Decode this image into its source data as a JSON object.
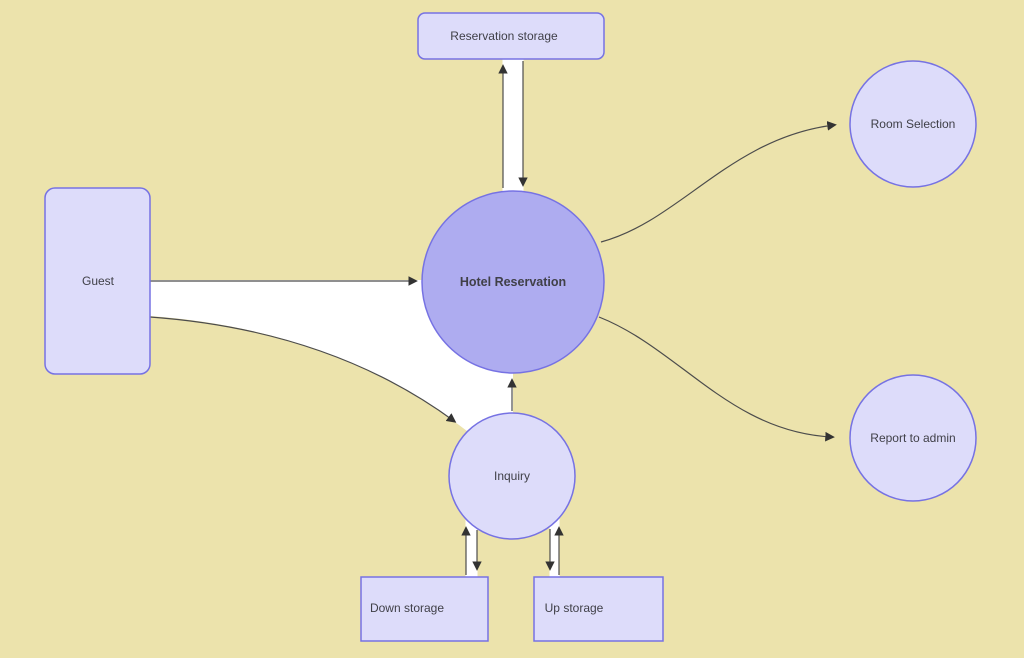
{
  "colors": {
    "background": "#ece3ac",
    "node_fill": "#dddcfa",
    "process_fill": "#aeacf0",
    "node_border": "#7672e3",
    "arrow": "#4c4c4c",
    "flow_fill": "#ffffff",
    "text": "#404048"
  },
  "nodes": {
    "guest": {
      "label": "Guest",
      "shape": "rounded-rectangle"
    },
    "reservation_storage": {
      "label": "Reservation storage",
      "shape": "rectangle"
    },
    "hotel_reservation": {
      "label": "Hotel Reservation",
      "shape": "circle"
    },
    "inquiry": {
      "label": "Inquiry",
      "shape": "circle"
    },
    "room_selection": {
      "label": "Room Selection",
      "shape": "circle"
    },
    "report_to_admin": {
      "label": "Report to admin",
      "shape": "circle"
    },
    "down_storage": {
      "label": "Down storage",
      "shape": "rectangle"
    },
    "up_storage": {
      "label": "Up storage",
      "shape": "rectangle"
    }
  },
  "edges": [
    {
      "from": "guest",
      "to": "hotel_reservation",
      "style": "thick-white-band"
    },
    {
      "from": "guest",
      "to": "inquiry",
      "style": "thick-white-band-curved"
    },
    {
      "from": "inquiry",
      "to": "hotel_reservation",
      "style": "thin-arrow"
    },
    {
      "from": "hotel_reservation",
      "to": "reservation_storage",
      "style": "thick-white-band",
      "bidirectional": true
    },
    {
      "from": "inquiry",
      "to": "down_storage",
      "style": "thick-white-band",
      "bidirectional": true
    },
    {
      "from": "inquiry",
      "to": "up_storage",
      "style": "thick-white-band",
      "bidirectional": true
    },
    {
      "from": "hotel_reservation",
      "to": "room_selection",
      "style": "curved-arrow"
    },
    {
      "from": "hotel_reservation",
      "to": "report_to_admin",
      "style": "curved-arrow"
    }
  ]
}
